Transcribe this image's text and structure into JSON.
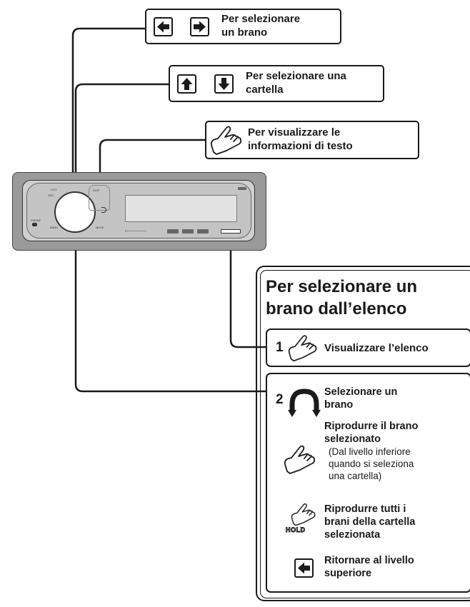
{
  "callouts": {
    "track": {
      "line1": "Per selezionare",
      "line2": "un brano"
    },
    "folder": {
      "line1": "Per selezionare una",
      "line2": "cartella"
    },
    "text": {
      "line1": "Per visualizzare le",
      "line2": "informazioni di testo"
    }
  },
  "device": {
    "lbl_list": "LIST",
    "lbl_disp": "DISP",
    "lbl_src": "SRC",
    "lbl_band": "BAND",
    "lbl_mute": "MUTE",
    "lbl_phone": "PHONE"
  },
  "panel": {
    "title_line1": "Per selezionare un",
    "title_line2": "brano dall’elenco",
    "step1": {
      "number": "1",
      "text": "Visualizzare l’elenco"
    },
    "step2": {
      "number": "2",
      "select_line1": "Selezionare un",
      "select_line2": "brano",
      "play_line1": "Riprodurre il brano",
      "play_line2": "selezionato",
      "note_line1": "(Dal livello inferiore",
      "note_line2": "quando si seleziona",
      "note_line3": "una cartella)",
      "hold_label": "HOLD",
      "hold_line1": "Riprodurre tutti i",
      "hold_line2": "brani della cartella",
      "hold_line3": "selezionata",
      "back_line1": "Ritornare al livello",
      "back_line2": "superiore"
    }
  }
}
